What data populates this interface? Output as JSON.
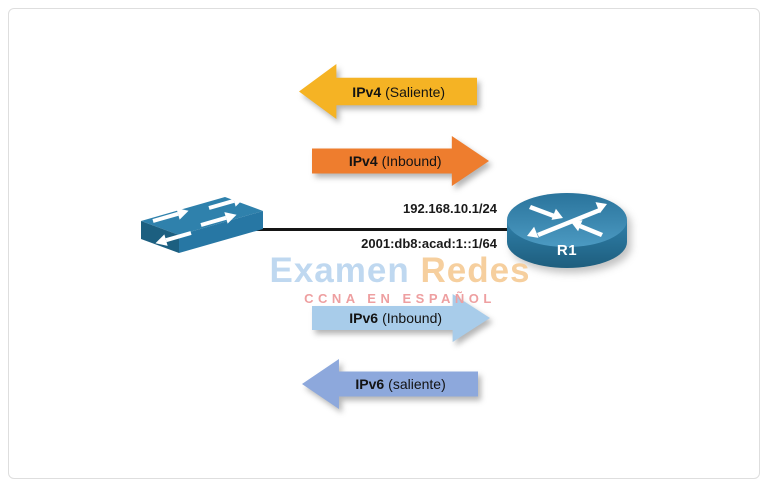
{
  "frame": {
    "border_color": "#dedede",
    "background": "#ffffff"
  },
  "flow_arrows": [
    {
      "name": "ipv4-outbound",
      "protocol": "IPv4",
      "direction_label": "(Saliente)",
      "points": "left",
      "color": "#F5B324"
    },
    {
      "name": "ipv4-inbound",
      "protocol": "IPv4",
      "direction_label": "(Inbound)",
      "points": "right",
      "color": "#EE7D2E"
    },
    {
      "name": "ipv6-inbound",
      "protocol": "IPv6",
      "direction_label": "(Inbound)",
      "points": "right",
      "color": "#A8CCEA"
    },
    {
      "name": "ipv6-outbound",
      "protocol": "IPv6",
      "direction_label": "(saliente)",
      "points": "left",
      "color": "#8DA8DC"
    }
  ],
  "topology": {
    "link": {
      "ipv4_address": "192.168.10.1/24",
      "ipv6_address": "2001:db8:acad:1::1/64",
      "line_color": "#151515"
    },
    "switch": {
      "colors": {
        "top": "#2F81AC",
        "front": "#2777A4",
        "side": "#1C5F80",
        "glyph": "#FFFFFF"
      }
    },
    "router": {
      "label": "R1",
      "colors": {
        "top_back": "#2A749C",
        "top_front": "#4C9AC2",
        "body_top": "#2F7FA9",
        "body_bottom": "#1E5E7E",
        "glyph": "#FFFFFF"
      }
    }
  },
  "watermark": {
    "title_part1": "Examen",
    "title_part2": "Redes",
    "subtitle": "CCNA EN ESPAÑOL",
    "colors": {
      "part1": "#BFD8F0",
      "part2": "#F6CF9E",
      "subtitle": "#EE9FA0"
    }
  }
}
